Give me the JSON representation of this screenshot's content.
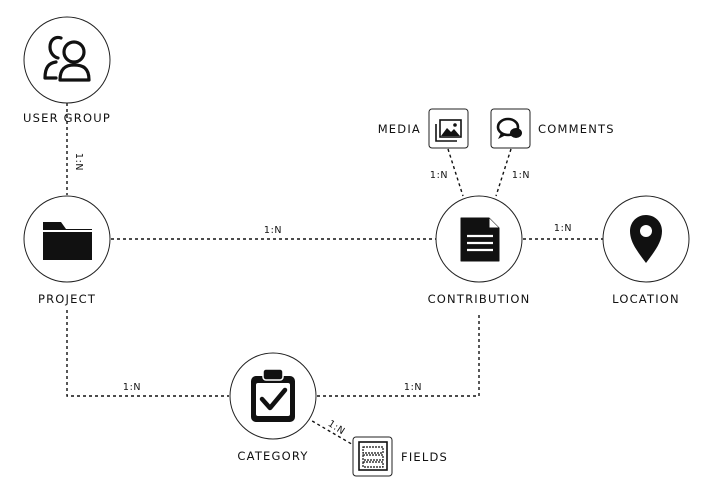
{
  "nodes": {
    "user_group": {
      "label": "USER GROUP",
      "icon": "user-group-icon"
    },
    "project": {
      "label": "PROJECT",
      "icon": "folder-icon"
    },
    "contribution": {
      "label": "CONTRIBUTION",
      "icon": "document-icon"
    },
    "location": {
      "label": "LOCATION",
      "icon": "map-pin-icon"
    },
    "category": {
      "label": "CATEGORY",
      "icon": "clipboard-check-icon"
    },
    "media": {
      "label": "MEDIA",
      "icon": "image-icon"
    },
    "comments": {
      "label": "COMMENTS",
      "icon": "comment-icon"
    },
    "fields": {
      "label": "FIELDS",
      "icon": "form-fields-icon"
    }
  },
  "edges": {
    "usergroup_project": "1:N",
    "project_contribution": "1:N",
    "contribution_location": "1:N",
    "contribution_media": "1:N",
    "contribution_comments": "1:N",
    "project_category": "1:N",
    "category_contribution": "1:N",
    "category_fields": "1:N"
  }
}
